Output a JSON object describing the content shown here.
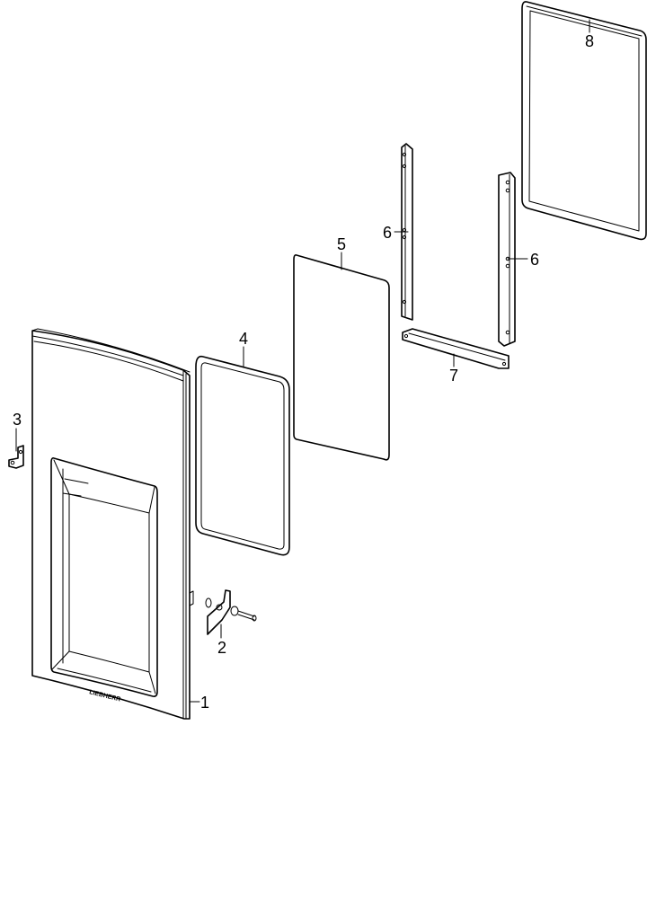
{
  "diagram": {
    "brand_mark": "LIEBHERR",
    "callouts": {
      "c1": "1",
      "c2": "2",
      "c3": "3",
      "c4": "4",
      "c5": "5",
      "c6a": "6",
      "c6b": "6",
      "c7": "7",
      "c8": "8"
    }
  }
}
